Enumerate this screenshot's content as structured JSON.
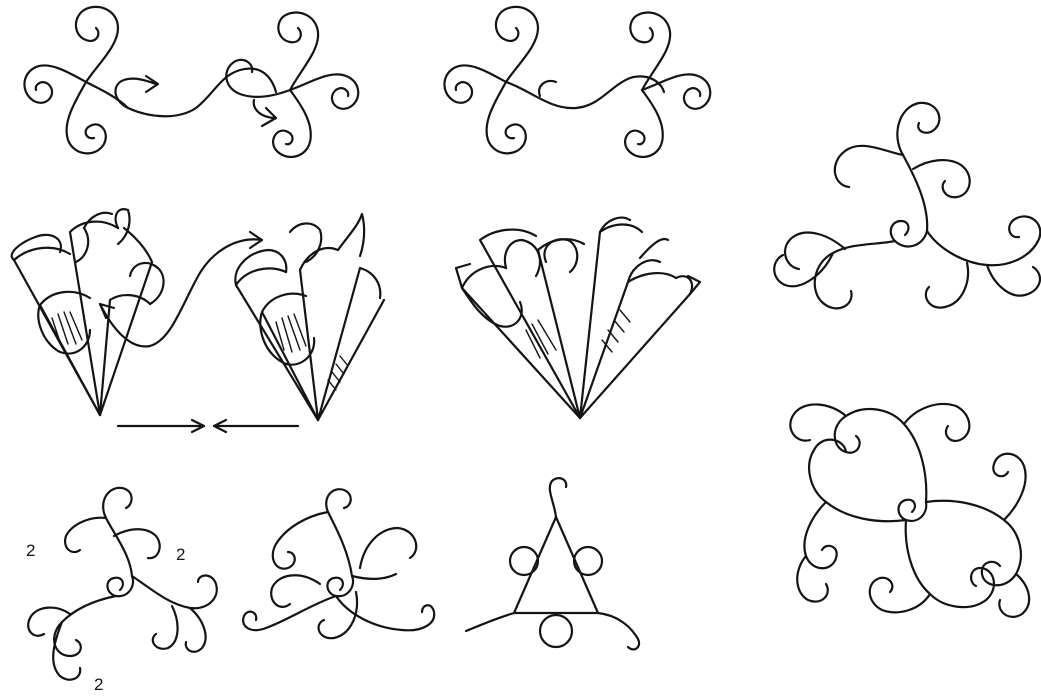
{
  "page": {
    "background": "#ffffff",
    "ink_color": "#141414"
  },
  "labels": {
    "marker_left": "2",
    "marker_right": "2",
    "marker_bottom": "2"
  }
}
